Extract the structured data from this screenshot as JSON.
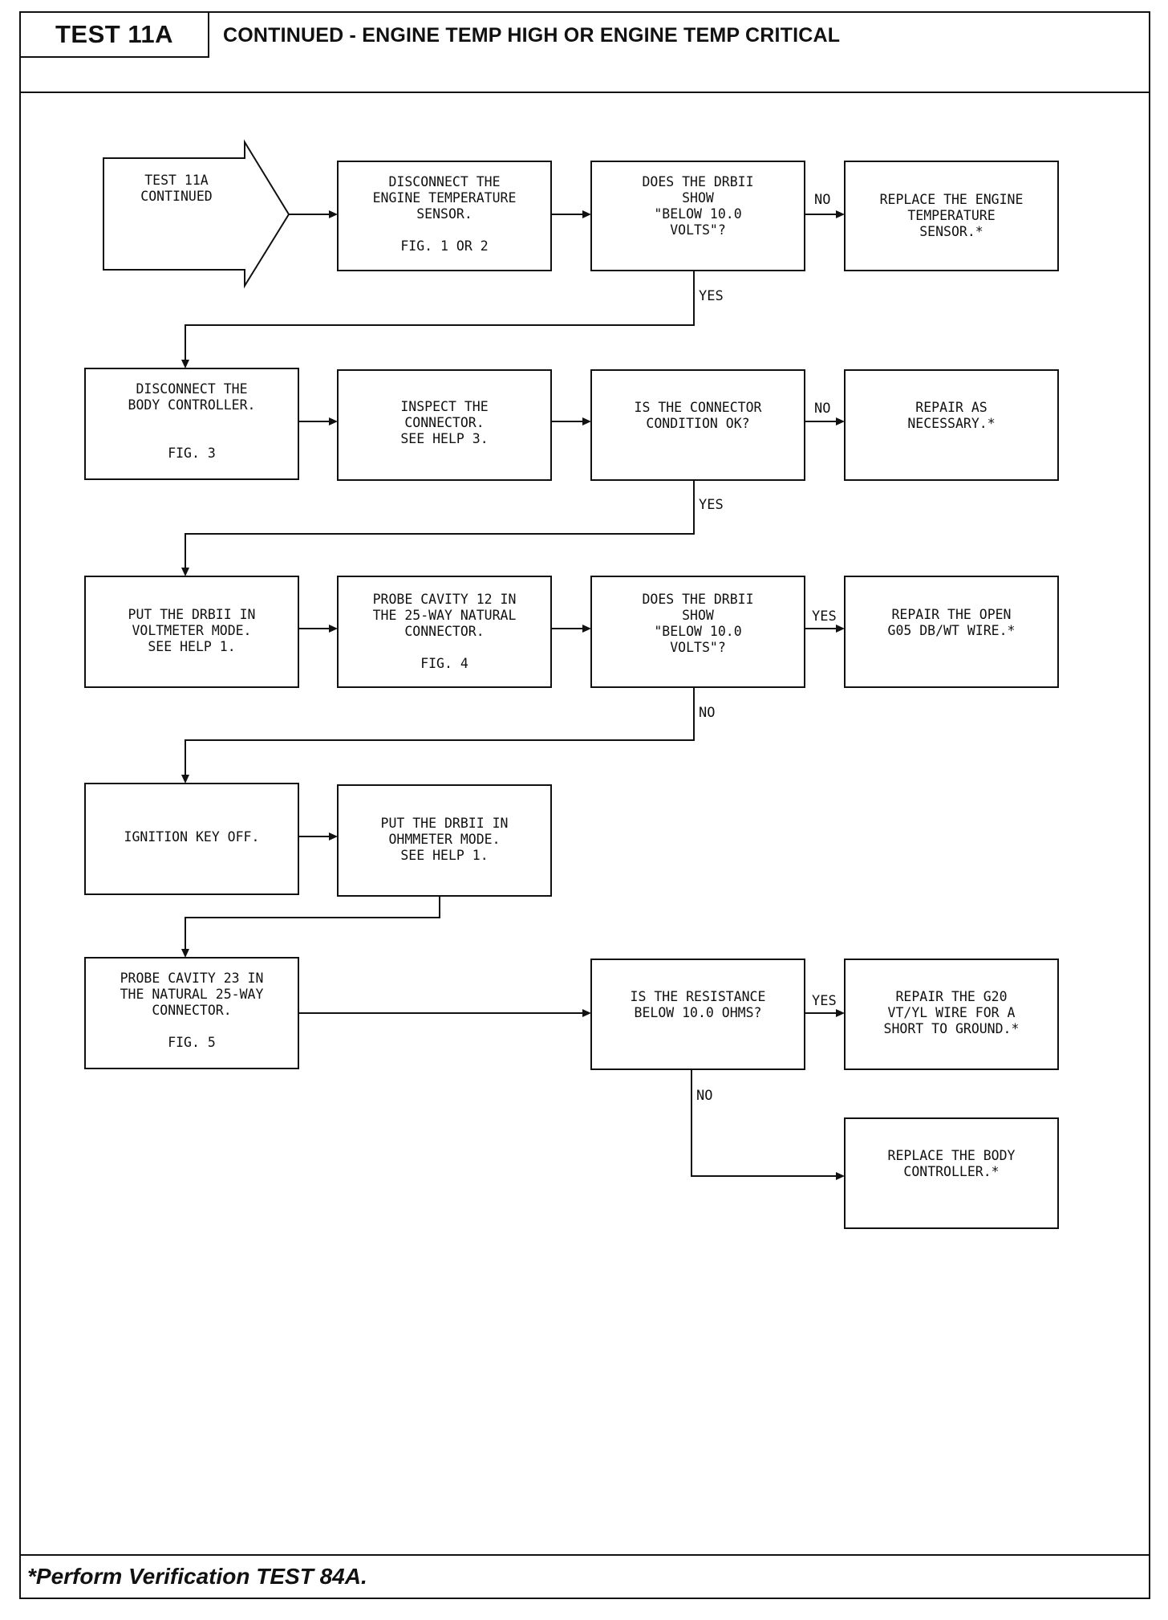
{
  "header": {
    "test_label": "TEST 11A",
    "title": "CONTINUED - ENGINE TEMP HIGH OR ENGINE TEMP CRITICAL"
  },
  "footer": {
    "note": "*Perform Verification TEST 84A."
  },
  "flowchart": {
    "start": [
      "TEST 11A",
      "CONTINUED"
    ],
    "steps": {
      "disconnect_sensor": [
        "DISCONNECT THE",
        "ENGINE TEMPERATURE",
        "SENSOR.",
        "",
        "FIG. 1 OR 2"
      ],
      "q_below_10v_1": [
        "DOES THE DRBII",
        "SHOW",
        "\"BELOW 10.0",
        "VOLTS\"?"
      ],
      "replace_sensor": [
        "REPLACE THE ENGINE",
        "TEMPERATURE",
        "SENSOR.*"
      ],
      "disconnect_body": [
        "DISCONNECT THE",
        "BODY CONTROLLER.",
        "",
        "",
        "FIG. 3"
      ],
      "inspect_connector": [
        "INSPECT THE",
        "CONNECTOR.",
        "SEE HELP 3."
      ],
      "q_connector_ok": [
        "IS THE CONNECTOR",
        "CONDITION OK?"
      ],
      "repair_necessary": [
        "REPAIR AS",
        "NECESSARY.*"
      ],
      "voltmeter_mode": [
        "PUT THE DRBII IN",
        "VOLTMETER MODE.",
        "SEE HELP 1."
      ],
      "probe_cavity_12": [
        "PROBE CAVITY 12 IN",
        "THE 25-WAY NATURAL",
        "CONNECTOR.",
        "",
        "FIG. 4"
      ],
      "q_below_10v_2": [
        "DOES THE DRBII",
        "SHOW",
        "\"BELOW 10.0",
        "VOLTS\"?"
      ],
      "repair_g05": [
        "REPAIR THE OPEN",
        "G05 DB/WT WIRE.*"
      ],
      "ignition_off": [
        "IGNITION KEY OFF."
      ],
      "ohmmeter_mode": [
        "PUT THE DRBII IN",
        "OHMMETER MODE.",
        "SEE HELP 1."
      ],
      "probe_cavity_23": [
        "PROBE CAVITY 23 IN",
        "THE NATURAL 25-WAY",
        "CONNECTOR.",
        "",
        "FIG. 5"
      ],
      "q_resistance": [
        "IS THE RESISTANCE",
        "BELOW 10.0 OHMS?"
      ],
      "repair_g20": [
        "REPAIR THE G20",
        "VT/YL WIRE FOR A",
        "SHORT TO GROUND.*"
      ],
      "replace_body": [
        "REPLACE THE BODY",
        "CONTROLLER.*"
      ]
    },
    "labels": {
      "no_1": "NO",
      "yes_1": "YES",
      "no_2": "NO",
      "yes_2": "YES",
      "yes_3": "YES",
      "no_3": "NO",
      "yes_4": "YES",
      "no_4": "NO"
    }
  }
}
